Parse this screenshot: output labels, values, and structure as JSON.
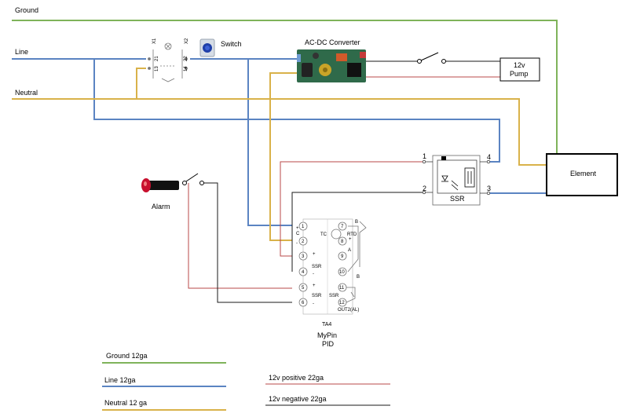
{
  "labels": {
    "ground": "Ground",
    "line": "Line",
    "neutral": "Neutral",
    "switch": "Switch",
    "converter": "AC-DC Converter",
    "pump_line1": "12v",
    "pump_line2": "Pump",
    "element": "Element",
    "alarm": "Alarm",
    "ssr": "SSR",
    "ssr_t1": "1",
    "ssr_t2": "2",
    "ssr_t3": "3",
    "ssr_t4": "4",
    "pid_model": "TA4",
    "pid_brand": "MyPin",
    "pid_kind": "PID",
    "x1": "X1",
    "x2": "X2",
    "t13": "13",
    "t21": "21",
    "t14": "14",
    "t22": "22"
  },
  "pid_terminals": [
    "1",
    "2",
    "3",
    "4",
    "5",
    "6",
    "7",
    "8",
    "9",
    "10",
    "11",
    "12"
  ],
  "pid_marks": {
    "c": "C",
    "tc": "TC",
    "rtd": "RTD",
    "b_top": "B",
    "a": "A",
    "b_bottom": "B",
    "ssr1": "SSR",
    "ssr2": "SSR",
    "ssr3": "SSR",
    "out2": "OUT2(AL)",
    "plus1": "+",
    "minus1": "-",
    "plus2": "+",
    "minus2": "-",
    "plus3": "+",
    "minus3": "-",
    "plus4": "+"
  },
  "legend": {
    "ground": "Ground 12ga",
    "line": "Line 12ga",
    "neutral": "Neutral 12 ga",
    "pos": "12v positive 22ga",
    "neg": "12v negative 22ga"
  },
  "colors": {
    "ground": "#7fb35a",
    "line": "#5b84c2",
    "neutral": "#d9b24a",
    "positive": "#b94a4a",
    "negative": "#1a1a1a"
  }
}
